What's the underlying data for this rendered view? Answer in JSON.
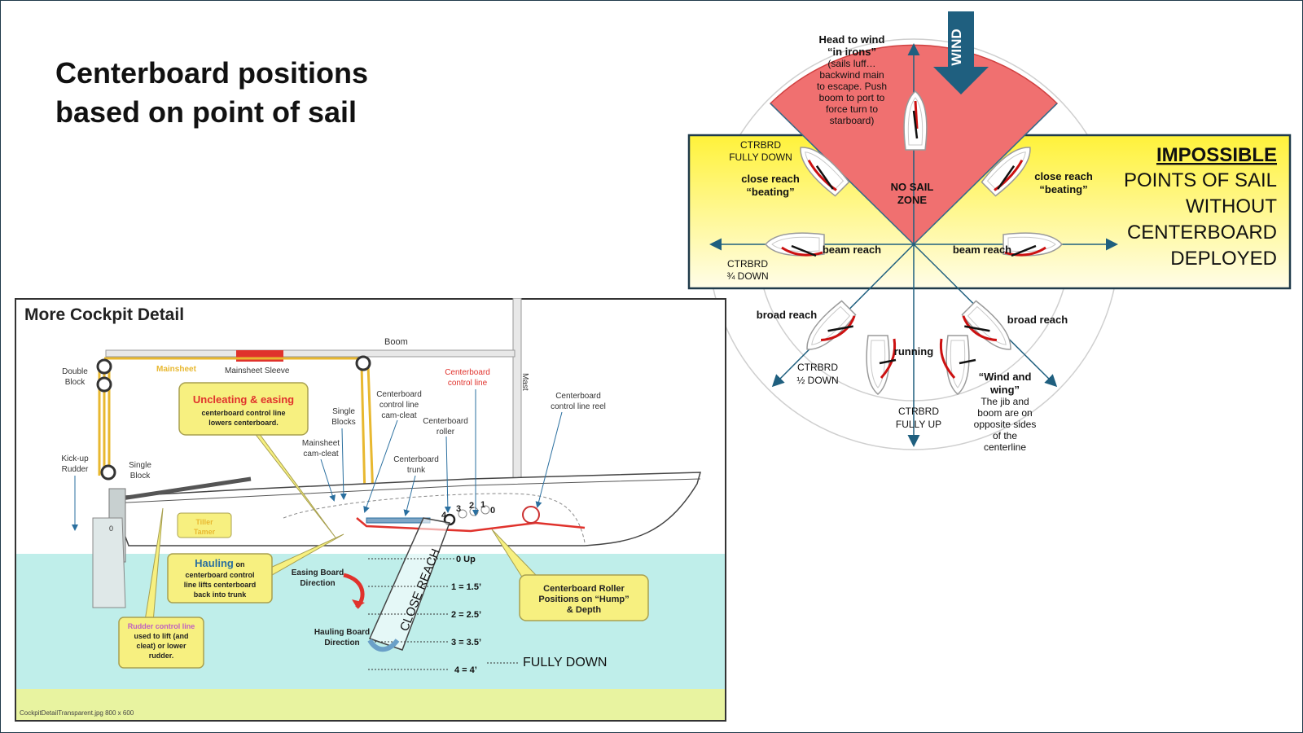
{
  "slide": {
    "title_line1": "Centerboard positions",
    "title_line2": "based on point of sail"
  },
  "points_of_sail": {
    "wind_label": "WIND",
    "head_to_wind": [
      "Head to wind",
      "“in irons”",
      "(sails luff…",
      "backwind main",
      "to escape. Push",
      "boom to port to",
      "force turn to",
      "starboard)"
    ],
    "no_sail_zone": [
      "NO SAIL",
      "ZONE"
    ],
    "impossible_box": [
      "IMPOSSIBLE",
      "POINTS OF SAIL",
      "WITHOUT",
      "CENTERBOARD",
      "DEPLOYED"
    ],
    "ctrbrd_fully_down": [
      "CTRBRD",
      "FULLY DOWN"
    ],
    "close_reach_left": [
      "close reach",
      "“beating”"
    ],
    "close_reach_right": [
      "close reach",
      "“beating”"
    ],
    "beam_reach_left": "beam reach",
    "beam_reach_right": "beam reach",
    "ctrbrd_three_quarter": [
      "CTRBRD",
      "¾ DOWN"
    ],
    "broad_reach_left": "broad reach",
    "broad_reach_right": "broad reach",
    "running": "running",
    "ctrbrd_half": [
      "CTRBRD",
      "½  DOWN"
    ],
    "ctrbrd_fully_up": [
      "CTRBRD",
      "FULLY UP"
    ],
    "wind_and_wing": [
      "“Wind and",
      "wing”"
    ],
    "wind_and_wing_desc": [
      "The jib and",
      "boom are on",
      "opposite sides",
      "of the",
      "centerline"
    ],
    "colors": {
      "no_sail_fill": "#f07070",
      "yellow_band": "#fff23a",
      "arrow_blue": "#1f5f7f",
      "box_border": "#1f3a4a"
    }
  },
  "cockpit": {
    "title": "More Cockpit Detail",
    "boom": "Boom",
    "mast": "Mast",
    "mainsheet": "Mainsheet",
    "mainsheet_sleeve": "Mainsheet Sleeve",
    "double_block": [
      "Double",
      "Block"
    ],
    "single_block": [
      "Single",
      "Block"
    ],
    "single_blocks": [
      "Single",
      "Blocks"
    ],
    "kickup_rudder": [
      "Kick-up",
      "Rudder"
    ],
    "mainsheet_camcleat": [
      "Mainsheet",
      "cam-cleat"
    ],
    "cb_control_camcleat": [
      "Centerboard",
      "control line",
      "cam-cleat"
    ],
    "cb_roller": [
      "Centerboard",
      "roller"
    ],
    "cb_trunk": [
      "Centerboard",
      "trunk"
    ],
    "cb_control_line": [
      "Centerboard",
      "control line"
    ],
    "cb_control_reel": [
      "Centerboard",
      "control line reel"
    ],
    "uncleating_title": "Uncleating & easing",
    "uncleating_desc": [
      "centerboard control line",
      "lowers centerboard."
    ],
    "tiller_tamer": [
      "Tiller",
      "Tamer"
    ],
    "hauling_title": "Hauling",
    "hauling_on": "on",
    "hauling_desc": [
      "centerboard control",
      "line lifts centerboard",
      "back into trunk"
    ],
    "rudder_control_title": "Rudder control line",
    "rudder_control_desc": [
      "used to lift (and",
      "cleat) or lower",
      "rudder."
    ],
    "easing_direction": [
      "Easing Board",
      "Direction"
    ],
    "hauling_direction": [
      "Hauling Board",
      "Direction"
    ],
    "close_reach": "CLOSE REACH",
    "roller_positions_note": [
      "Centerboard Roller",
      "Positions on “Hump”",
      "& Depth"
    ],
    "roller_numbers": [
      "4",
      "3",
      "2",
      "1",
      "0"
    ],
    "rudder_zero": "0",
    "depths": [
      "0 Up",
      "1 = 1.5’",
      "2 = 2.5’",
      "3 = 3.5’",
      "4 = 4’"
    ],
    "fully_down": "FULLY DOWN",
    "caption": "CockpitDetailTransparent.jpg 800 x 600"
  }
}
